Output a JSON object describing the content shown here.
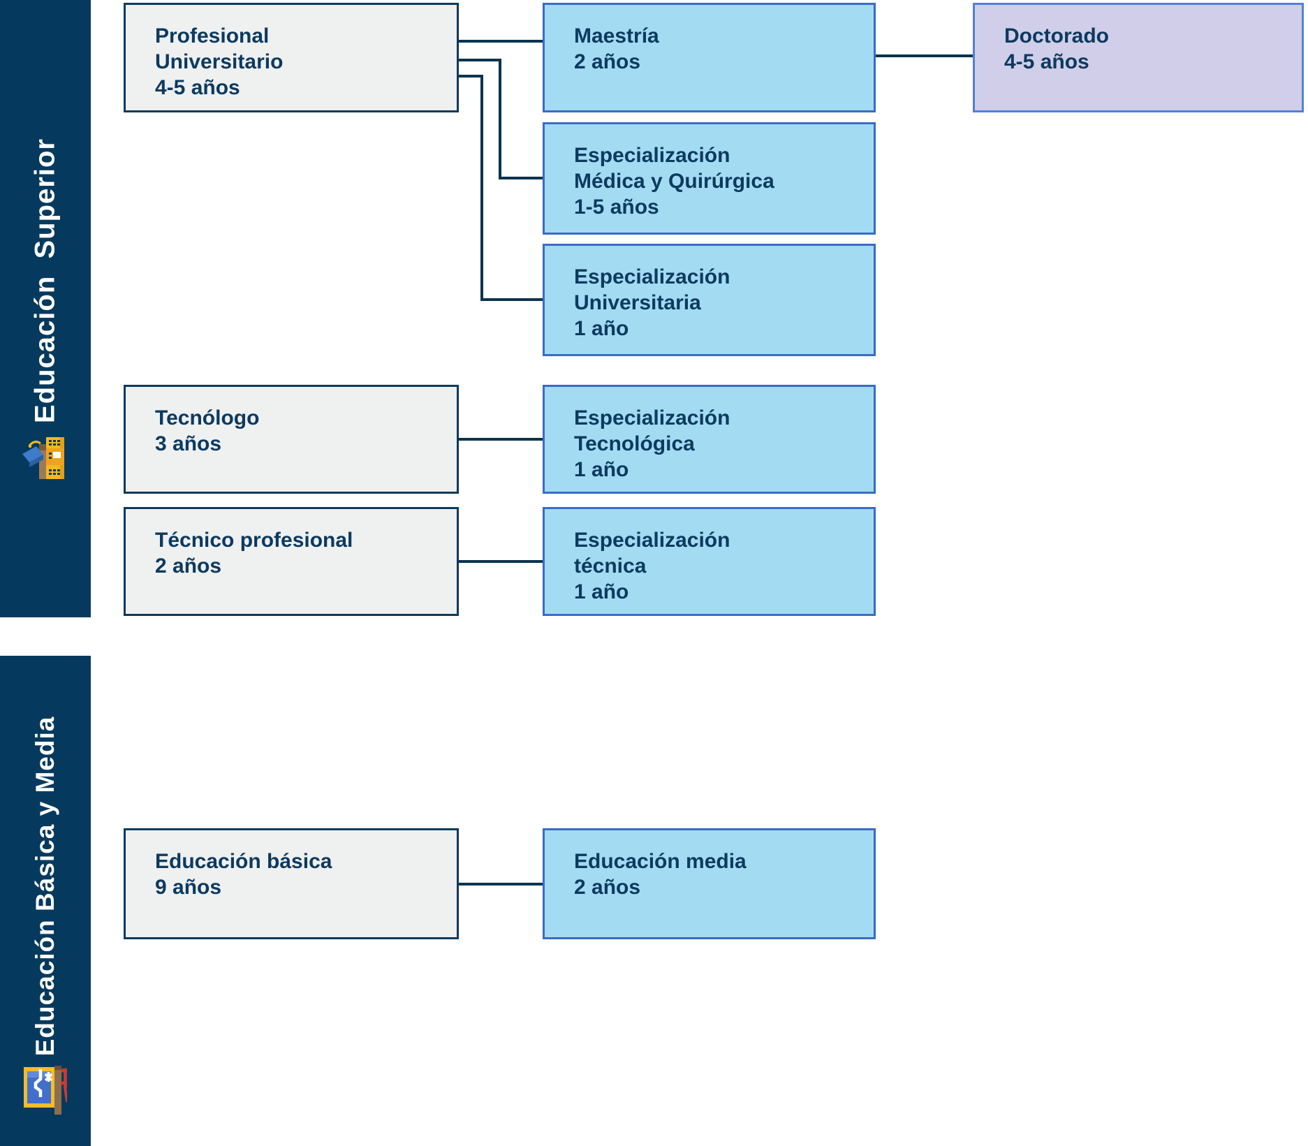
{
  "colors": {
    "sidebar": "#053A5E",
    "sidebar-text": "#FFFFFF",
    "text": "#0C3A60",
    "line": "#0A334D",
    "gray-fill": "#EFF0F0",
    "gray-border": "#0C3A5E",
    "blue-fill": "#A3DCF2",
    "blue-border": "#3A6BC6",
    "purple-fill": "#D1CEE9",
    "purple-border": "#4F80DC"
  },
  "sidebars": {
    "superior": {
      "label": "Educación  Superior",
      "icon": "university-icon"
    },
    "basica": {
      "label": "Educación Básica y Media",
      "icon": "blackboard-icon"
    }
  },
  "boxes": {
    "profesional": {
      "lines": [
        "Profesional",
        "Universitario",
        "4-5 años"
      ],
      "variant": "gray"
    },
    "maestria": {
      "lines": [
        "Maestría",
        "2 años"
      ],
      "variant": "blue"
    },
    "doctorado": {
      "lines": [
        "Doctorado",
        "4-5 años"
      ],
      "variant": "purple"
    },
    "esp_medica": {
      "lines": [
        "Especialización",
        "Médica y Quirúrgica",
        "1-5 años"
      ],
      "variant": "blue"
    },
    "esp_universitaria": {
      "lines": [
        "Especialización",
        "Universitaria",
        "1 año"
      ],
      "variant": "blue"
    },
    "tecnologo": {
      "lines": [
        "Tecnólogo",
        "3 años"
      ],
      "variant": "gray"
    },
    "esp_tecnologica": {
      "lines": [
        "Especialización",
        "Tecnológica",
        "1 año"
      ],
      "variant": "blue"
    },
    "tecnico": {
      "lines": [
        "Técnico profesional",
        "2 años"
      ],
      "variant": "gray"
    },
    "esp_tecnica": {
      "lines": [
        "Especialización",
        "técnica",
        "1 año"
      ],
      "variant": "blue"
    },
    "basica": {
      "lines": [
        "Educación básica",
        "9 años"
      ],
      "variant": "gray"
    },
    "media": {
      "lines": [
        "Educación media",
        "2 años"
      ],
      "variant": "blue"
    }
  }
}
